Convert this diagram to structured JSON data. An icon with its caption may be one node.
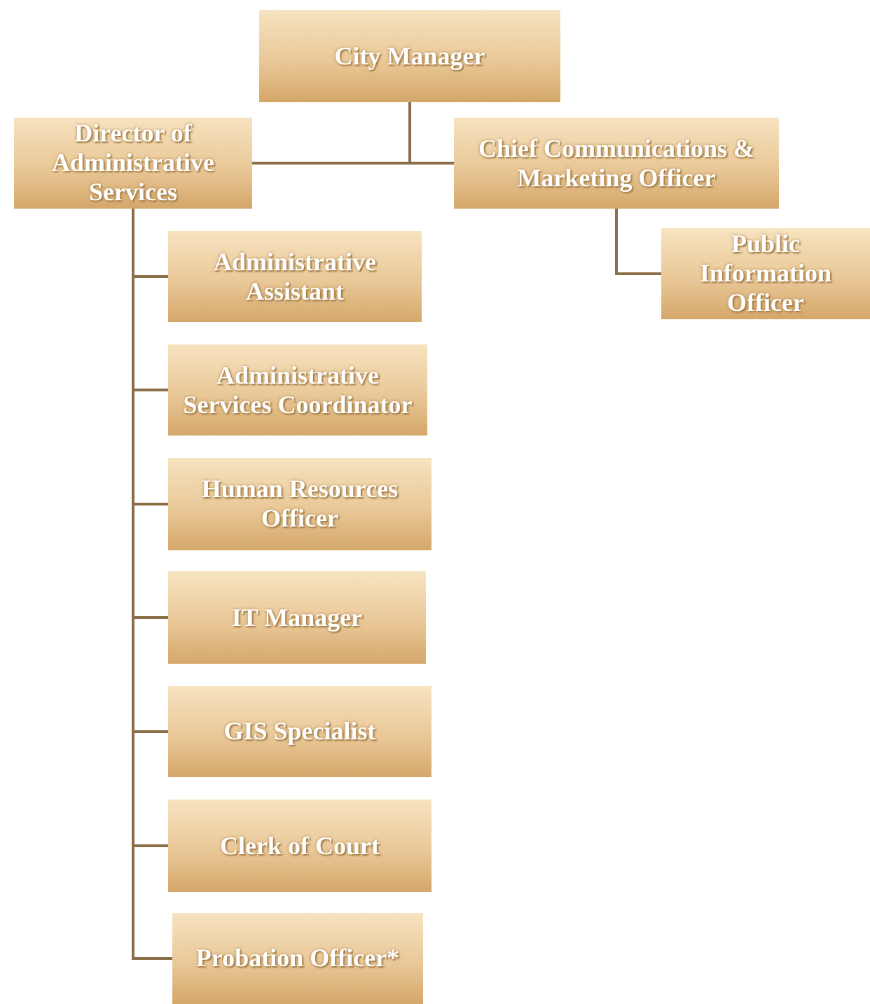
{
  "diagram": {
    "nodes": [
      {
        "text": [
          "City Manager"
        ]
      },
      {
        "text": [
          "Director of Administrative Services"
        ]
      },
      {
        "text": [
          "Chief Communications & Marketing Officer"
        ]
      },
      {
        "text": [
          "Public Information Officer"
        ]
      },
      {
        "text": [
          "Administrative Assistant"
        ]
      },
      {
        "text": [
          "Administrative Services Coordinator"
        ]
      },
      {
        "text": [
          "Human Resources Officer"
        ]
      },
      {
        "text": [
          "IT Manager"
        ]
      },
      {
        "text": [
          "GIS Specialist"
        ]
      },
      {
        "text": [
          "Clerk of Court"
        ]
      },
      {
        "text": [
          "Probation Officer*"
        ]
      }
    ],
    "edges": [
      {
        "from": 0,
        "to": 1,
        "arrow": "none"
      },
      {
        "from": 0,
        "to": 2,
        "arrow": "none"
      },
      {
        "from": 2,
        "to": 3,
        "arrow": "none"
      },
      {
        "from": 1,
        "to": 4,
        "arrow": "none"
      },
      {
        "from": 1,
        "to": 5,
        "arrow": "none"
      },
      {
        "from": 1,
        "to": 6,
        "arrow": "none"
      },
      {
        "from": 1,
        "to": 7,
        "arrow": "none"
      },
      {
        "from": 1,
        "to": 8,
        "arrow": "none"
      },
      {
        "from": 1,
        "to": 9,
        "arrow": "none"
      },
      {
        "from": 1,
        "to": 10,
        "arrow": "none"
      }
    ]
  }
}
